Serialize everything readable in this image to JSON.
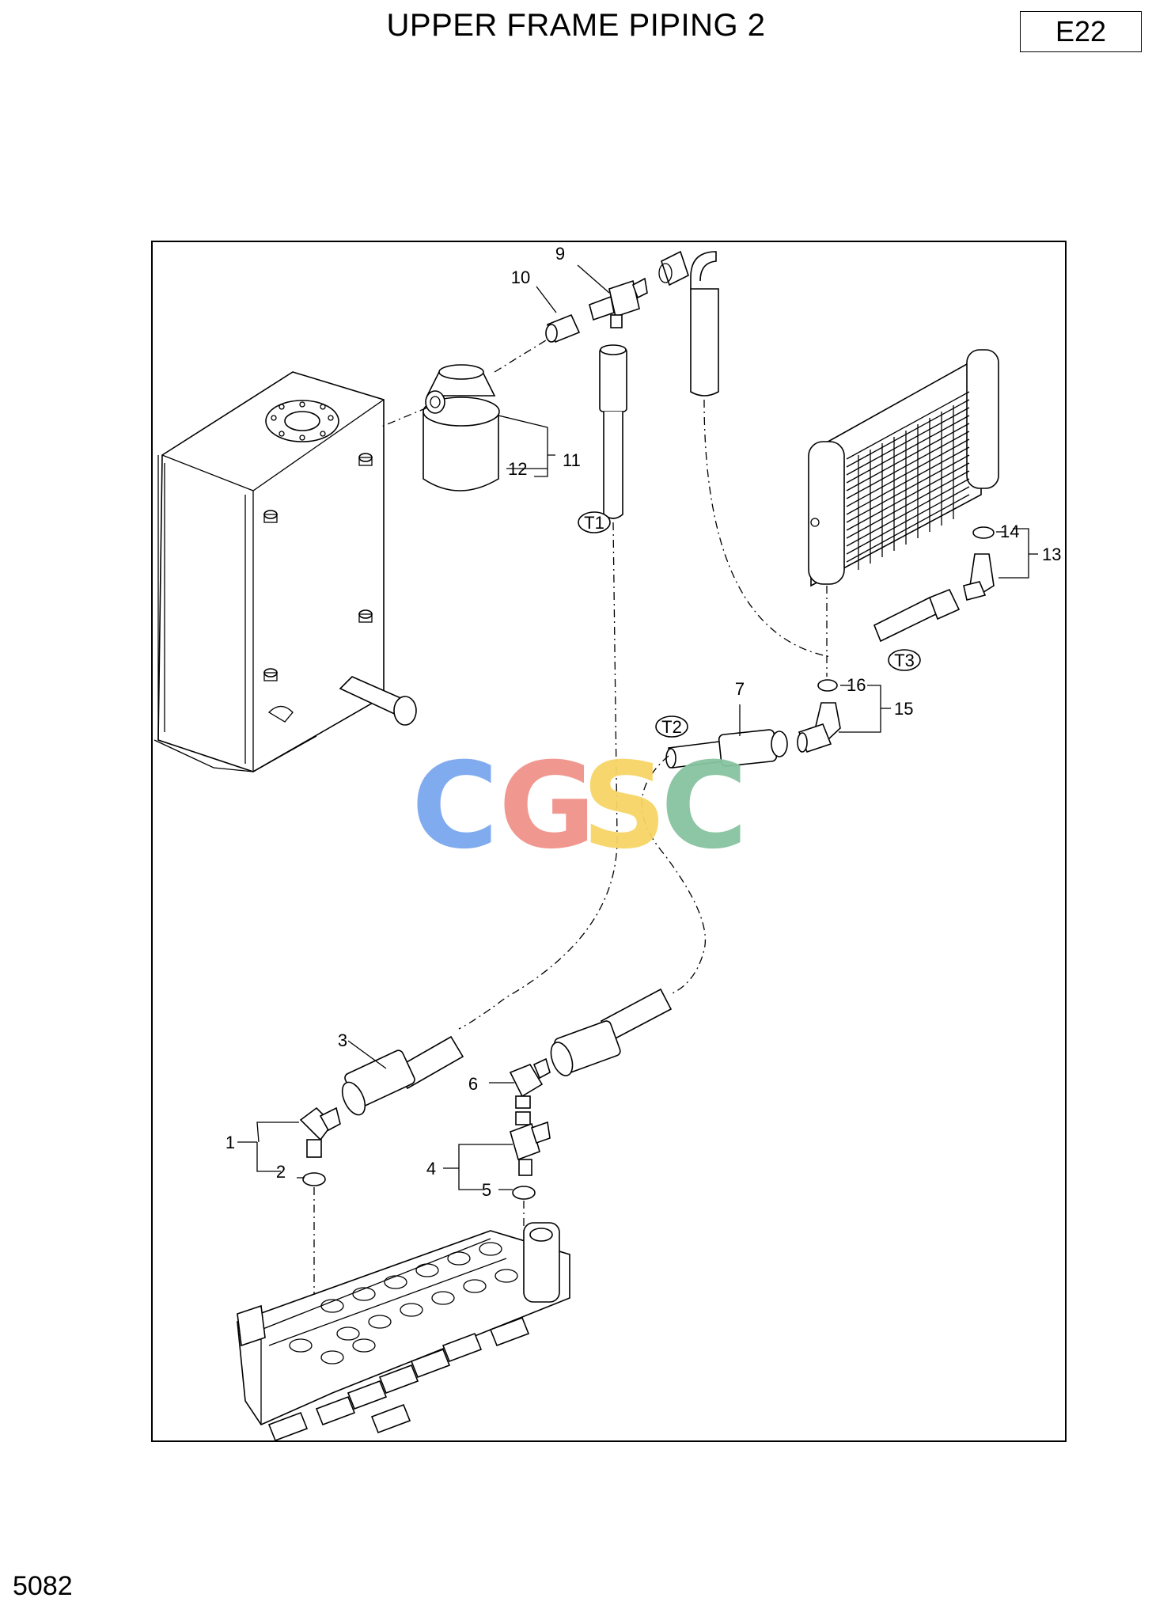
{
  "page": {
    "title": "UPPER FRAME PIPING 2",
    "code": "E22",
    "number": "5082"
  },
  "watermark": {
    "letters": [
      "C",
      "G",
      "S",
      "C"
    ],
    "colors": [
      "#7ba7ef",
      "#f0938a",
      "#f7d566",
      "#86c4a0"
    ]
  },
  "callouts": {
    "p1": "1",
    "p2": "2",
    "p3": "3",
    "p4": "4",
    "p5": "5",
    "p6": "6",
    "p7": "7",
    "p9": "9",
    "p10": "10",
    "p11": "11",
    "p12": "12",
    "p13": "13",
    "p14": "14",
    "p15": "15",
    "p16": "16"
  },
  "connection_marks": {
    "t1": "T1",
    "t2": "T2",
    "t3": "T3"
  }
}
